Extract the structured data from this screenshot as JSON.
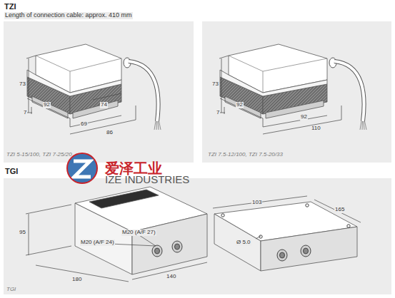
{
  "diagram": {
    "title": "TZI",
    "labels": [
      "Length of connection cable: approx. 410 mm",
      "73",
      "92",
      "74",
      "7",
      "69",
      "86",
      "TZI 5-15/100, TZI 7-25/20",
      "73",
      "92",
      "7",
      "92",
      "110",
      "TZI 7.5-12/100, TZI 7.5-20/33",
      "95",
      "M20 (A/F 27)",
      "M20 (A/F 24)",
      "180",
      "140",
      "103",
      "165",
      "Ø 5.0",
      "TGI",
      "爱泽工业",
      "IZE INDUSTRIES",
      "TGI"
    ]
  }
}
